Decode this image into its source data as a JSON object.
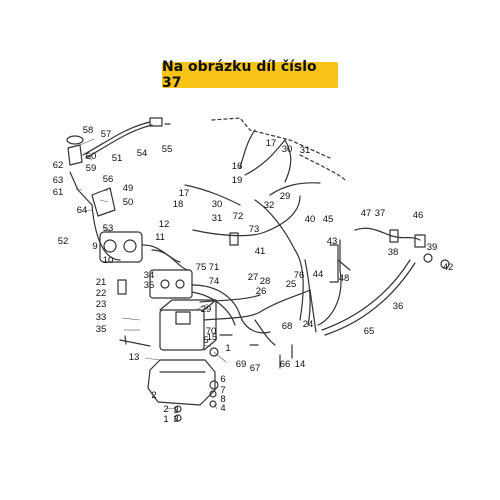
{
  "banner": {
    "text": "Na obrázku díl číslo 37"
  },
  "diagram": {
    "line_color": "#333333",
    "callouts": [
      "58",
      "57",
      "60",
      "59",
      "62",
      "63",
      "61",
      "51",
      "54",
      "55",
      "56",
      "49",
      "50",
      "64",
      "53",
      "52",
      "9",
      "10",
      "12",
      "11",
      "17",
      "18",
      "30",
      "31",
      "13",
      "21",
      "22",
      "23",
      "33",
      "35",
      "34",
      "35",
      "19",
      "16",
      "17",
      "30",
      "31",
      "32",
      "29",
      "72",
      "73",
      "75",
      "71",
      "74",
      "70",
      "27",
      "28",
      "26",
      "25",
      "24",
      "76",
      "41",
      "40",
      "45",
      "43",
      "44",
      "48",
      "47",
      "37",
      "46",
      "38",
      "39",
      "42",
      "36",
      "65",
      "68",
      "69",
      "67",
      "66",
      "14",
      "15",
      "1",
      "5",
      "6",
      "7",
      "8",
      "4",
      "2",
      "3",
      "3",
      "2",
      "1",
      "29"
    ]
  }
}
